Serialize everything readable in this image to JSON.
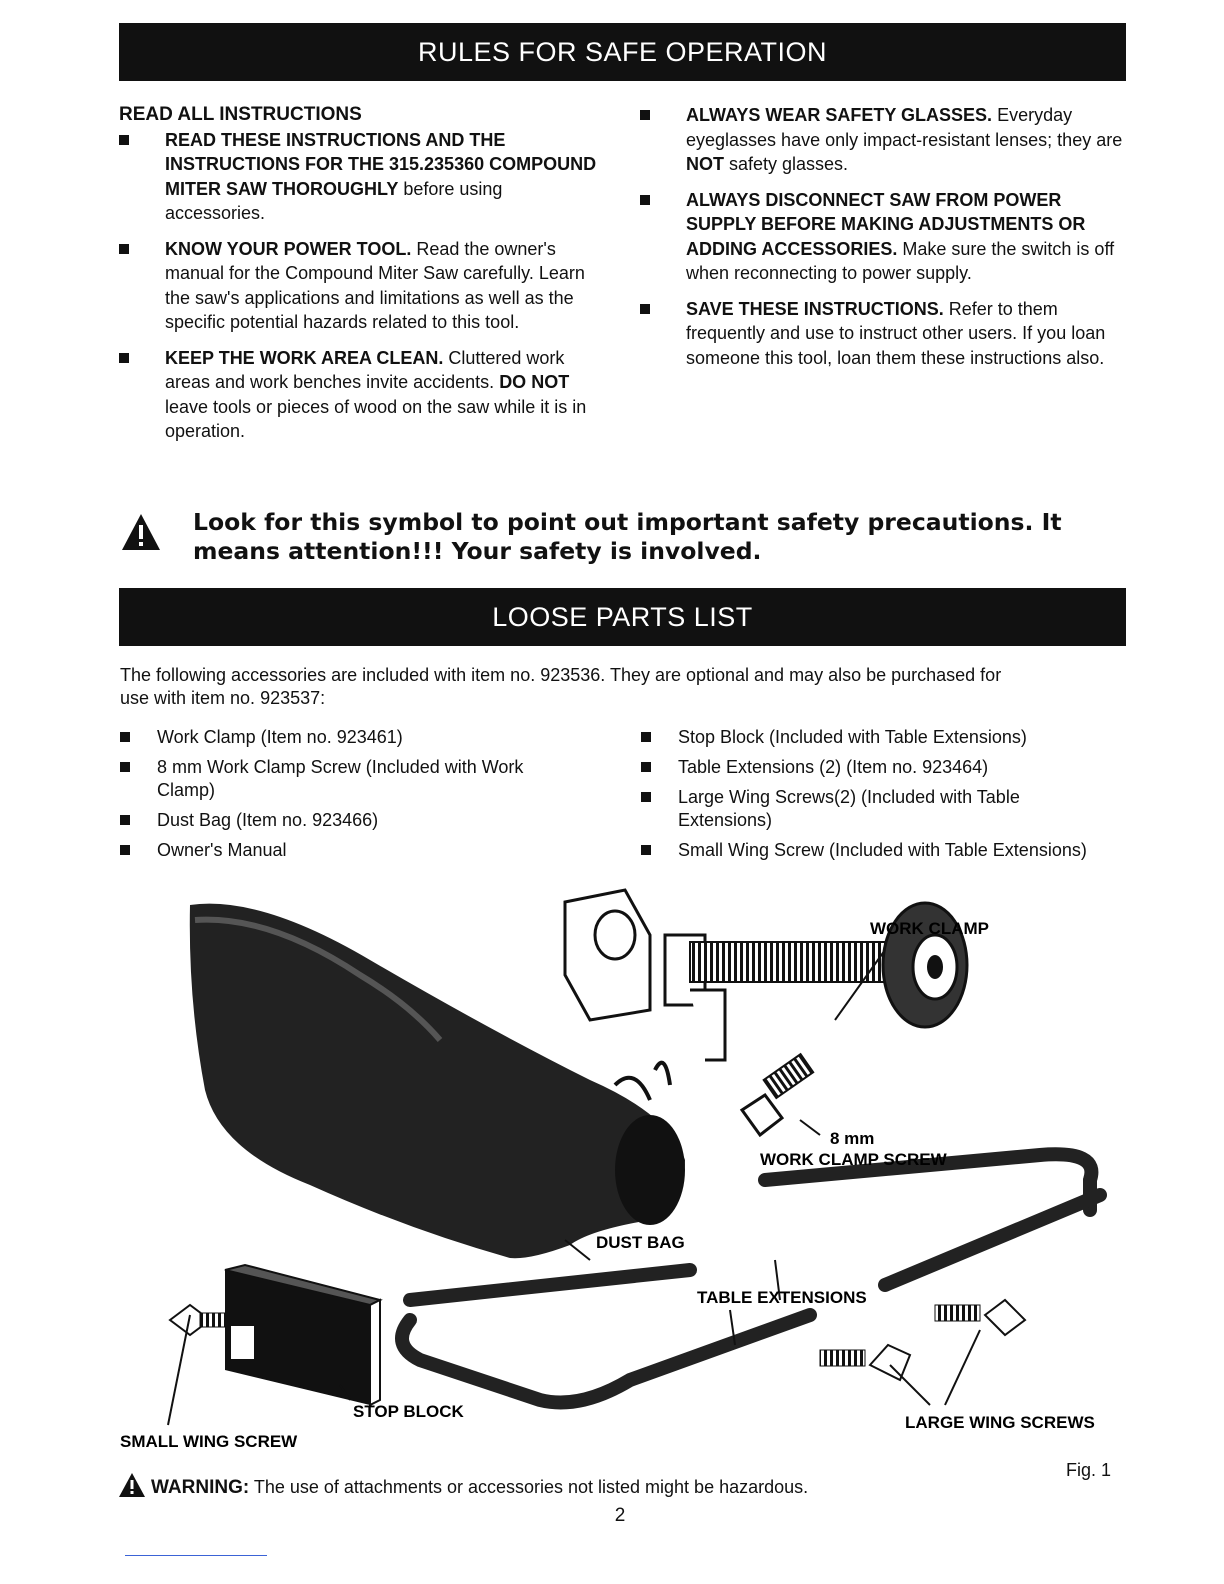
{
  "rules": {
    "title": "RULES FOR SAFE OPERATION",
    "heading": "READ ALL INSTRUCTIONS",
    "left": [
      {
        "bold": "READ THESE INSTRUCTIONS AND THE INSTRUCTIONS FOR THE 315.235360 COMPOUND MITER SAW THOROUGHLY",
        "text": " before using accessories."
      },
      {
        "bold": "KNOW YOUR POWER TOOL.",
        "text": " Read the owner's manual for the Compound Miter Saw carefully. Learn the saw's applications and limitations as well as the specific potential hazards related to this tool."
      },
      {
        "bold": "KEEP THE WORK AREA CLEAN.",
        "text": " Cluttered work areas and work benches invite accidents. ",
        "bold2": "DO NOT",
        "text2": " leave tools or pieces of wood on the saw while it is in operation."
      }
    ],
    "right": [
      {
        "bold": "ALWAYS WEAR SAFETY GLASSES.",
        "text": " Everyday eyeglasses have only impact-resistant lenses; they are ",
        "bold2": "NOT",
        "text2": " safety glasses."
      },
      {
        "bold": "ALWAYS DISCONNECT SAW FROM POWER SUPPLY BEFORE MAKING ADJUSTMENTS OR ADDING ACCESSORIES.",
        "text": " Make sure the switch is off when reconnecting to power supply."
      },
      {
        "bold": "SAVE THESE INSTRUCTIONS.",
        "text": " Refer to them frequently and use to instruct other users. If you loan someone this tool, loan them these instructions also."
      }
    ]
  },
  "attention": {
    "line1": "Look for this symbol to point out important safety precautions. It",
    "line2": "means attention!!! Your safety is involved."
  },
  "loose_parts": {
    "title": "LOOSE PARTS LIST",
    "intro_line1": "The following accessories are included with item no. 923536. They are optional and may also be purchased for",
    "intro_line2": "use with item no. 923537:",
    "left": [
      "Work Clamp (Item no. 923461)",
      "8 mm Work Clamp Screw (Included with Work Clamp)",
      "Dust Bag (Item no. 923466)",
      "Owner's Manual"
    ],
    "right": [
      "Stop Block (Included with Table Extensions)",
      "Table Extensions (2) (Item no. 923464)",
      "Large Wing Screws(2) (Included with Table Extensions)",
      "Small Wing Screw (Included with Table Extensions)"
    ]
  },
  "figure": {
    "labels": {
      "work_clamp": "WORK CLAMP",
      "screw_size": "8 mm",
      "screw": "WORK CLAMP SCREW",
      "dust_bag": "DUST BAG",
      "table_ext": "TABLE EXTENSIONS",
      "large_wing": "LARGE WING SCREWS",
      "stop_block": "STOP BLOCK",
      "small_wing": "SMALL WING SCREW"
    },
    "caption": "Fig. 1"
  },
  "warning": {
    "label": "WARNING:",
    "text": " The use of attachments or accessories not listed might be hazardous."
  },
  "page_number": "2"
}
